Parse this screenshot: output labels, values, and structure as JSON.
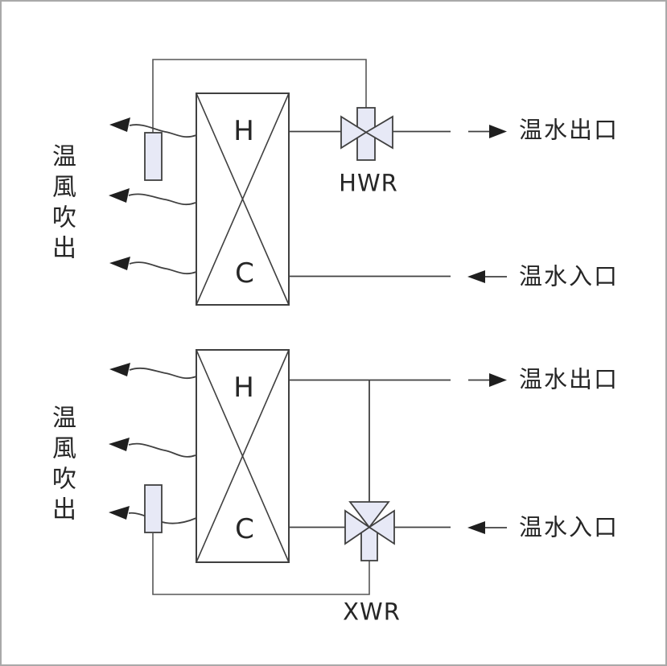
{
  "colors": {
    "line": "#404040",
    "control_line": "#565656",
    "component_fill": "#e7e9f6",
    "arrowhead": "#1f1f1f",
    "text": "#262626",
    "page_border": "#a9a9a9",
    "background": "#ffffff"
  },
  "top_diagram": {
    "air_blowout_label": "温風吹出",
    "coil_hot_label": "H",
    "coil_cold_label": "C",
    "valve_label": "HWR",
    "water_outlet_label": "温水出口",
    "water_inlet_label": "温水入口"
  },
  "bottom_diagram": {
    "air_blowout_label": "温風吹出",
    "coil_hot_label": "H",
    "coil_cold_label": "C",
    "valve_label": "XWR",
    "water_outlet_label": "温水出口",
    "water_inlet_label": "温水入口"
  }
}
